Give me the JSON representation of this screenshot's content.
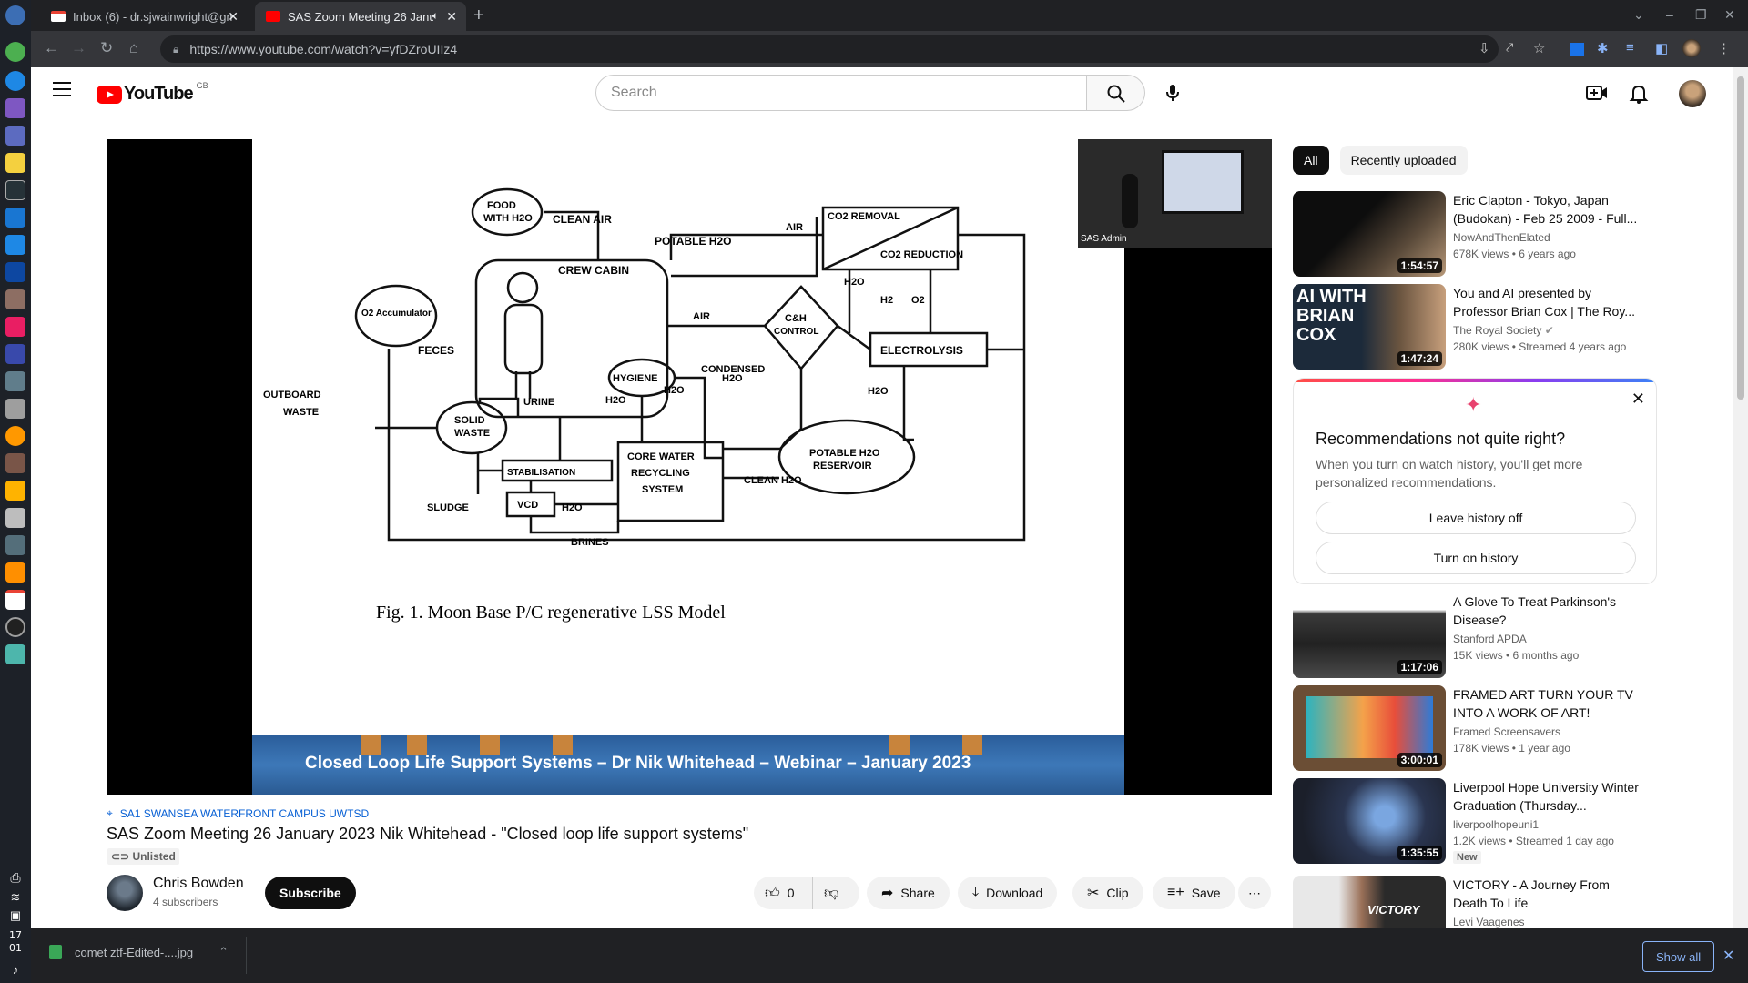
{
  "browser": {
    "tabs": [
      {
        "title": "Inbox (6) - dr.sjwainwright@gm",
        "active": false
      },
      {
        "title": "SAS Zoom Meeting 26 Janu",
        "active": true
      }
    ],
    "url": "https://www.youtube.com/watch?v=yfDZroUIIz4"
  },
  "os": {
    "clock_hour": "17",
    "clock_min": "01"
  },
  "header": {
    "logo_text": "YouTube",
    "country_code": "GB",
    "search_placeholder": "Search"
  },
  "video": {
    "pip_label": "SAS Admin",
    "banner_text": "Closed Loop Life Support Systems – Dr Nik Whitehead – Webinar – January 2023",
    "slide": {
      "caption": "Fig. 1. Moon Base P/C regenerative LSS Model",
      "boxes": {
        "crew_cabin": "CREW CABIN",
        "co2_removal": "CO2 REMOVAL",
        "co2_reduction": "CO2 REDUCTION",
        "electrolysis": "ELECTROLYSIS",
        "stabilisation": "STABILISATION",
        "vcd": "VCD",
        "core_water_1": "CORE WATER",
        "core_water_2": "RECYCLING",
        "core_water_3": "SYSTEM"
      },
      "nodes": {
        "food_1": "FOOD",
        "food_2": "WITH H2O",
        "o2_acc": "O2 Accumulator",
        "solid_waste_1": "SOLID",
        "solid_waste_2": "WASTE",
        "hygiene": "HYGIENE",
        "c_h_1": "C&H",
        "c_h_2": "CONTROL",
        "potable_1": "POTABLE H2O",
        "potable_2": "RESERVOIR"
      },
      "labels": {
        "clean_air": "CLEAN AIR",
        "potable_h2o": "POTABLE H2O",
        "air_top": "AIR",
        "air_mid": "AIR",
        "h2o_a": "H2O",
        "h2": "H2",
        "o2": "O2",
        "feces": "FECES",
        "outboard_1": "OUTBOARD",
        "outboard_2": "WASTE",
        "urine": "URINE",
        "h2o_b": "H2O",
        "h2o_c": "H2O",
        "condensed_1": "CONDENSED",
        "condensed_2": "H2O",
        "h2o_d": "H2O",
        "clean_h2o": "CLEAN H2O",
        "sludge": "SLUDGE",
        "h2o_e": "H2O",
        "brines": "BRINES"
      }
    },
    "location": "SA1 SWANSEA WATERFRONT CAMPUS UWTSD",
    "title": "SAS Zoom Meeting 26 January 2023 Nik Whitehead - \"Closed loop life support systems\"",
    "visibility": "Unlisted",
    "channel": "Chris Bowden",
    "subscribers": "4 subscribers",
    "subscribe_label": "Subscribe",
    "likes": "0",
    "share_label": "Share",
    "download_label": "Download",
    "clip_label": "Clip",
    "save_label": "Save"
  },
  "sidebar": {
    "chips": [
      "All",
      "Recently uploaded"
    ],
    "recs": [
      {
        "title": "Eric Clapton - Tokyo, Japan (Budokan) - Feb 25 2009 - Full...",
        "channel": "NowAndThenElated",
        "meta": "678K views • 6 years ago",
        "duration": "1:54:57",
        "badge": ""
      },
      {
        "title": "You and AI presented by Professor Brian Cox | The Roy...",
        "channel": "The Royal Society",
        "meta": "280K views • Streamed 4 years ago",
        "duration": "1:47:24",
        "badge": "",
        "thumb_text": "AI WITH BRIAN COX"
      },
      {
        "title": "A Glove To Treat Parkinson's Disease?",
        "channel": "Stanford APDA",
        "meta": "15K views • 6 months ago",
        "duration": "1:17:06",
        "badge": ""
      },
      {
        "title": "FRAMED ART TURN YOUR TV INTO A WORK OF ART!",
        "channel": "Framed Screensavers",
        "meta": "178K views • 1 year ago",
        "duration": "3:00:01",
        "badge": ""
      },
      {
        "title": "Liverpool Hope University Winter Graduation (Thursday...",
        "channel": "liverpoolhopeuni1",
        "meta": "1.2K views • Streamed 1 day ago",
        "duration": "1:35:55",
        "badge": "New"
      },
      {
        "title": "VICTORY - A Journey From Death To Life",
        "channel": "Levi Vaagenes",
        "meta": "",
        "duration": "",
        "badge": "",
        "thumb_text": "VICTORY"
      }
    ],
    "recbox": {
      "title": "Recommendations not quite right?",
      "desc": "When you turn on watch history, you'll get more personalized recommendations.",
      "btn1": "Leave history off",
      "btn2": "Turn on history"
    }
  },
  "downloads": {
    "file": "comet ztf-Edited-....jpg",
    "show_all": "Show all"
  }
}
